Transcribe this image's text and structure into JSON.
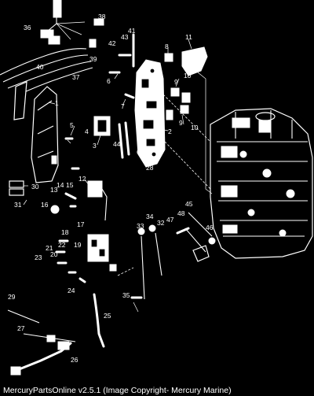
{
  "footer": {
    "caption": "MercuryPartsOnline v2.5.1 (Image Copyright- Mercury Marine)"
  },
  "diagram": {
    "callouts": [
      "1",
      "2",
      "3",
      "4",
      "5",
      "6",
      "7",
      "8",
      "9",
      "10",
      "11",
      "12",
      "13",
      "14",
      "15",
      "16",
      "17",
      "18",
      "19",
      "20",
      "21",
      "22",
      "23",
      "24",
      "25",
      "26",
      "27",
      "28",
      "29",
      "30",
      "31",
      "32",
      "33",
      "34",
      "35",
      "36",
      "37",
      "38",
      "39",
      "40",
      "41",
      "42",
      "43",
      "44",
      "45",
      "46",
      "47",
      "48"
    ]
  }
}
